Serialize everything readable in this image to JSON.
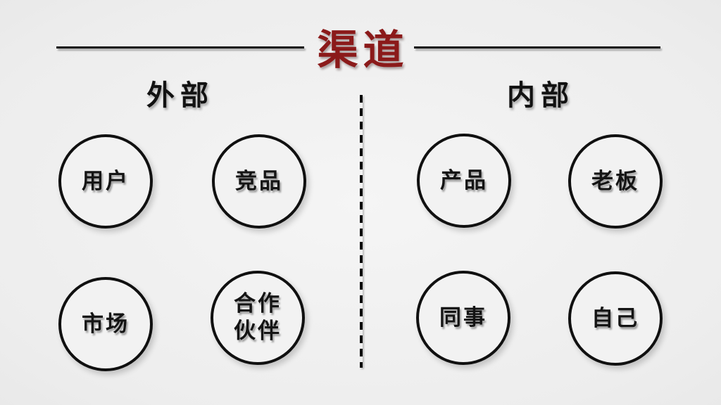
{
  "title": "渠道",
  "colors": {
    "title": "#8b1a1a",
    "stroke": "#101010",
    "text": "#141414",
    "background": "#f0f0f0"
  },
  "sections": [
    {
      "id": "external",
      "label": "外部",
      "circles": [
        {
          "label": "用户"
        },
        {
          "label": "竞品"
        },
        {
          "label": "市场"
        },
        {
          "label": "合作伙伴"
        }
      ]
    },
    {
      "id": "internal",
      "label": "内部",
      "circles": [
        {
          "label": "产品"
        },
        {
          "label": "老板"
        },
        {
          "label": "同事"
        },
        {
          "label": "自己"
        }
      ]
    }
  ],
  "divider": {
    "style": "vertical-dashed-line"
  }
}
